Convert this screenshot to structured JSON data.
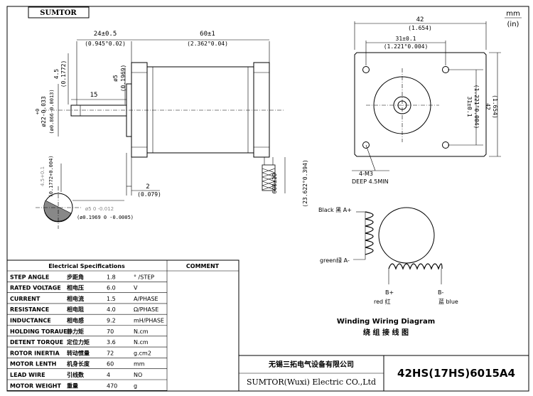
{
  "brand": "SUMTOR",
  "units": {
    "mm": "mm",
    "in": "(in)"
  },
  "side_view": {
    "dim_24": "24±0.5",
    "dim_24_in": "(0.945°0.02)",
    "dim_60": "60±1",
    "dim_60_in": "(2.362°0.04)",
    "dim_45": "4.5",
    "dim_45_in": "(0.1772)",
    "dim_d5": "ø5",
    "dim_d5_in": "(0.1969)",
    "dim_15": "15",
    "dim_22": "ø22-0.033",
    "dim_22_plus": "+0",
    "dim_22_in": "(ø0.866-0.0013)",
    "dim_2": "2",
    "dim_2_in": "(0.079)",
    "dim_600": "600±10",
    "dim_600_in": "(23.622°0.394)",
    "shaft_flat": "4.5+0.1",
    "shaft_flat_in": "(0.1772+0.004)",
    "shaft_d": "ø5 0 -0.012",
    "shaft_d_in": "(ø0.1969 0 -0.0005)"
  },
  "front_view": {
    "dim_42": "42",
    "dim_42_in": "(1.654)",
    "dim_31": "31±0.1",
    "dim_31_in": "(1.221°0.004)",
    "dim_31v": "31±0.1",
    "dim_31v_in": "(1.221°0.004)",
    "dim_42v": "42",
    "dim_42v_in": "(1.654)",
    "hole_note": "4-M3",
    "hole_depth": "DEEP 4.5MIN"
  },
  "wiring": {
    "black": "Black 黑 A+",
    "green": "green绿 A-",
    "red_code": "B+",
    "red": "red 红",
    "blue_code": "B-",
    "blue": "蓝 blue",
    "title": "Winding Wiring Diagram",
    "title_cn": "绕 组 接 线 图"
  },
  "table": {
    "title": "Electrical Specifications",
    "comment": "COMMENT",
    "rows": [
      {
        "en": "STEP ANGLE",
        "cn": "步距角",
        "val": "1.8",
        "unit": "° /STEP"
      },
      {
        "en": "RATED VOLTAGE",
        "cn": "相电压",
        "val": "6.0",
        "unit": "V"
      },
      {
        "en": "CURRENT",
        "cn": "相电流",
        "val": "1.5",
        "unit": "A/PHASE"
      },
      {
        "en": "RESISTANCE",
        "cn": "相电阻",
        "val": "4.0",
        "unit": "Ω/PHASE"
      },
      {
        "en": "INDUCTANCE",
        "cn": "相电感",
        "val": "9.2",
        "unit": "mH/PHASE"
      },
      {
        "en": "HOLDING TORAUE",
        "cn": "静力矩",
        "val": "70",
        "unit": "N.cm"
      },
      {
        "en": "DETENT TORQUE",
        "cn": "定位力矩",
        "val": "3.6",
        "unit": "N.cm"
      },
      {
        "en": "ROTOR INERTIA",
        "cn": "转动惯量",
        "val": "72",
        "unit": "g.cm2"
      },
      {
        "en": "MOTOR LENTH",
        "cn": "机身长度",
        "val": "60",
        "unit": "mm"
      },
      {
        "en": "LEAD WIRE",
        "cn": "引线数",
        "val": "4",
        "unit": "NO"
      },
      {
        "en": "MOTOR WEIGHT",
        "cn": "重量",
        "val": "470",
        "unit": "g"
      }
    ]
  },
  "title_block": {
    "company_cn": "无锡三拓电气设备有限公司",
    "company_en": "SUMTOR(Wuxi) Electric CO.,Ltd",
    "model": "42HS(17HS)6015A4"
  }
}
